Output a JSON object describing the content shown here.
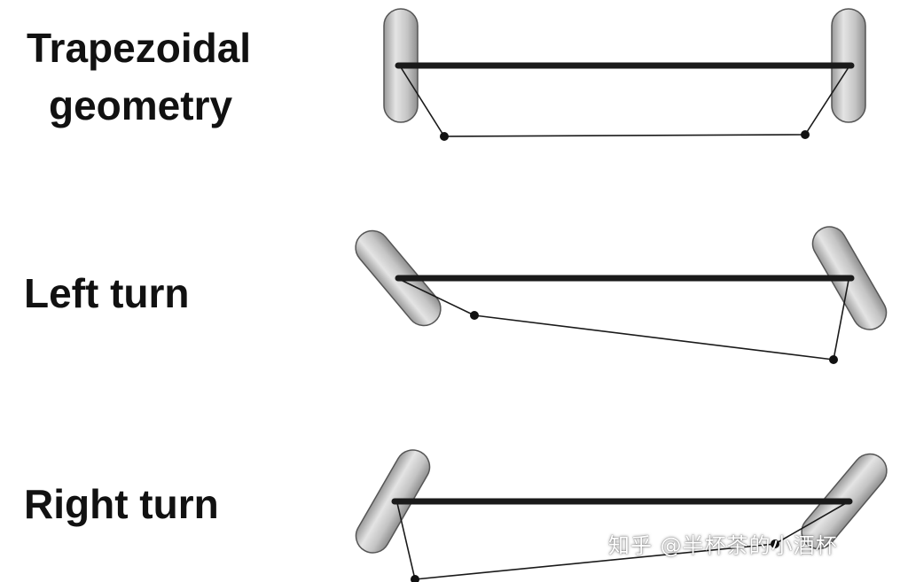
{
  "labels": {
    "trapezoidal_line1": "Trapezoidal",
    "trapezoidal_line2": "geometry",
    "left_turn": "Left turn",
    "right_turn": "Right turn"
  },
  "watermark": "知乎 @半杯茶的小酒杯",
  "colors": {
    "axle": "#1a1a1a",
    "tie_rod": "#1a1a1a",
    "wheel_fill": "#bdbdbd",
    "wheel_highlight": "#ececec",
    "wheel_stroke": "#555555",
    "text": "#111111"
  }
}
